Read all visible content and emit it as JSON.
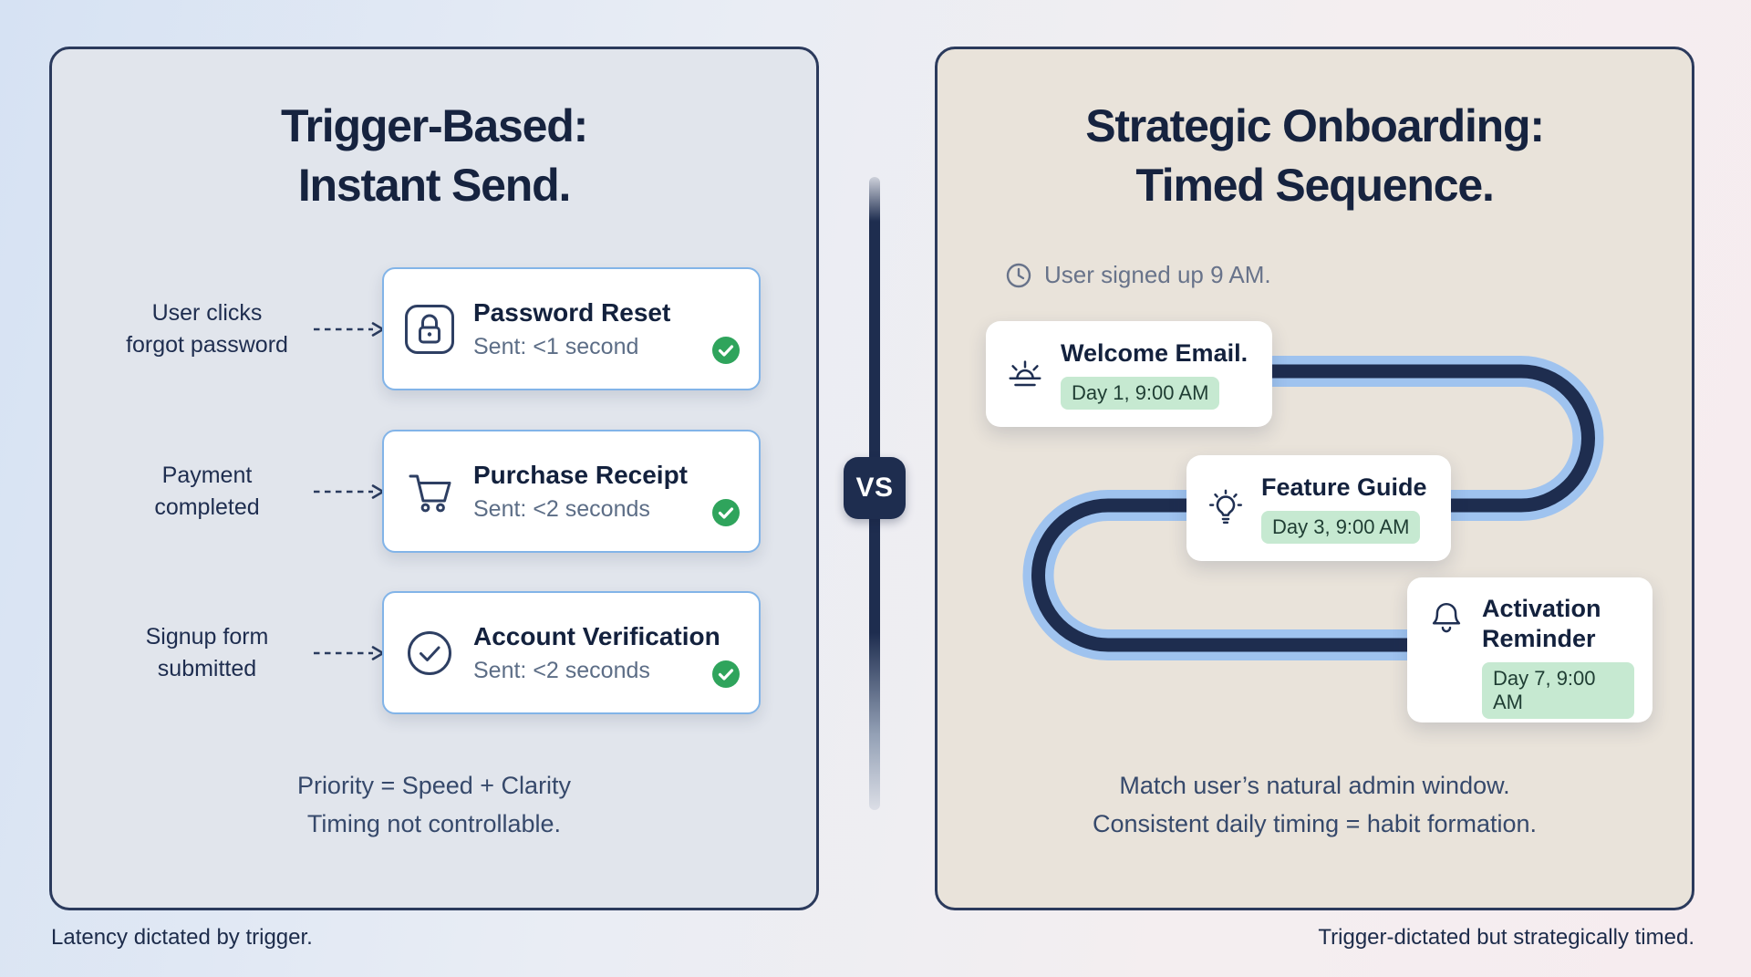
{
  "vs_label": "VS",
  "left": {
    "title1": "Trigger-Based:",
    "title2": "Instant Send.",
    "rows": [
      {
        "label1": "User clicks",
        "label2": "forgot password",
        "card_title": "Password Reset",
        "card_status": "Sent: <1 second",
        "icon": "lock-icon"
      },
      {
        "label1": "Payment",
        "label2": "completed",
        "card_title": "Purchase Receipt",
        "card_status": "Sent: <2 seconds",
        "icon": "cart-icon"
      },
      {
        "label1": "Signup form",
        "label2": "submitted",
        "card_title": "Account Verification",
        "card_status": "Sent: <2 seconds",
        "icon": "check-circle-icon"
      }
    ],
    "footer1": "Priority = Speed + Clarity",
    "footer2": "Timing not controllable.",
    "caption": "Latency dictated by trigger."
  },
  "right": {
    "title1": "Strategic Onboarding:",
    "title2": "Timed Sequence.",
    "note": "User signed up 9 AM.",
    "steps": [
      {
        "title": "Welcome Email.",
        "badge": "Day 1, 9:00 AM",
        "icon": "sunrise-icon"
      },
      {
        "title": "Feature Guide",
        "badge": "Day 3, 9:00 AM",
        "icon": "lightbulb-icon"
      },
      {
        "title": "Activation Reminder",
        "badge": "Day 7, 9:00 AM",
        "icon": "bell-icon"
      }
    ],
    "footer1": "Match user’s natural admin window.",
    "footer2": "Consistent daily timing = habit formation.",
    "caption": "Trigger-dictated but strategically timed."
  },
  "icons": {
    "status_badge": "check-badge-icon",
    "note_icon": "clock-icon",
    "connector": "dashed-arrow-icon"
  },
  "colors": {
    "accent_navy": "#1e2d4f",
    "card_border_blue": "#82b4e8",
    "success_green": "#2fa45c",
    "badge_green_bg": "#c6e9d1",
    "path_outer_blue": "#9fc3ef",
    "panel_left_bg": "#e1e5ec",
    "panel_right_bg": "#e9e3da"
  }
}
